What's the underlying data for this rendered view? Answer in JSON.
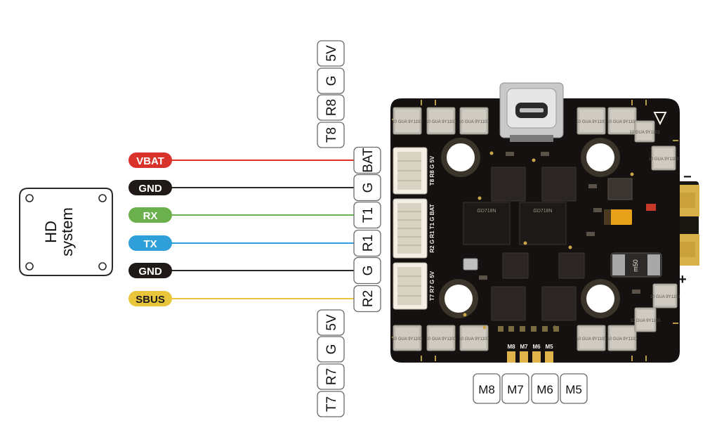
{
  "hd_system": {
    "label_line1": "HD",
    "label_line2": "system"
  },
  "wires": [
    {
      "label": "VBAT",
      "pill_color": "#d9322a",
      "wire_color": "#d9322a",
      "text_color": "#ffffff",
      "pad": "BAT"
    },
    {
      "label": "GND",
      "pill_color": "#1f1a17",
      "wire_color": "#2a2a2a",
      "text_color": "#ffffff",
      "pad": "G"
    },
    {
      "label": "RX",
      "pill_color": "#6ab04c",
      "wire_color": "#6ab04c",
      "text_color": "#ffffff",
      "pad": "T1"
    },
    {
      "label": "TX",
      "pill_color": "#2e9fd8",
      "wire_color": "#2e9fd8",
      "text_color": "#ffffff",
      "pad": "R1"
    },
    {
      "label": "GND",
      "pill_color": "#1f1a17",
      "wire_color": "#2a2a2a",
      "text_color": "#ffffff",
      "pad": "G"
    },
    {
      "label": "SBUS",
      "pill_color": "#e8c53a",
      "wire_color": "#e8c53a",
      "text_color": "#1a1a1a",
      "pad": "R2"
    }
  ],
  "top_pads": [
    "5V",
    "G",
    "R8",
    "T8"
  ],
  "bottom_left_pads": [
    "5V",
    "G",
    "R7",
    "T7"
  ],
  "motor_pads": [
    "M8",
    "M7",
    "M6",
    "M5"
  ],
  "board": {
    "connector_top_silk": "T8 R8 G 5V",
    "connector_mid_silk": "R2 G R1 T1 G BAT",
    "connector_bot_silk": "T7 R7 G 5V",
    "motor_silk": [
      "M8",
      "M7",
      "M6",
      "M5"
    ],
    "battery_minus": "−",
    "battery_plus": "+",
    "inductor_label": "m50",
    "mcu_text": [
      "GD718N",
      "GD718N"
    ],
    "capacitor_text": "10 GUA 9Y1103"
  }
}
